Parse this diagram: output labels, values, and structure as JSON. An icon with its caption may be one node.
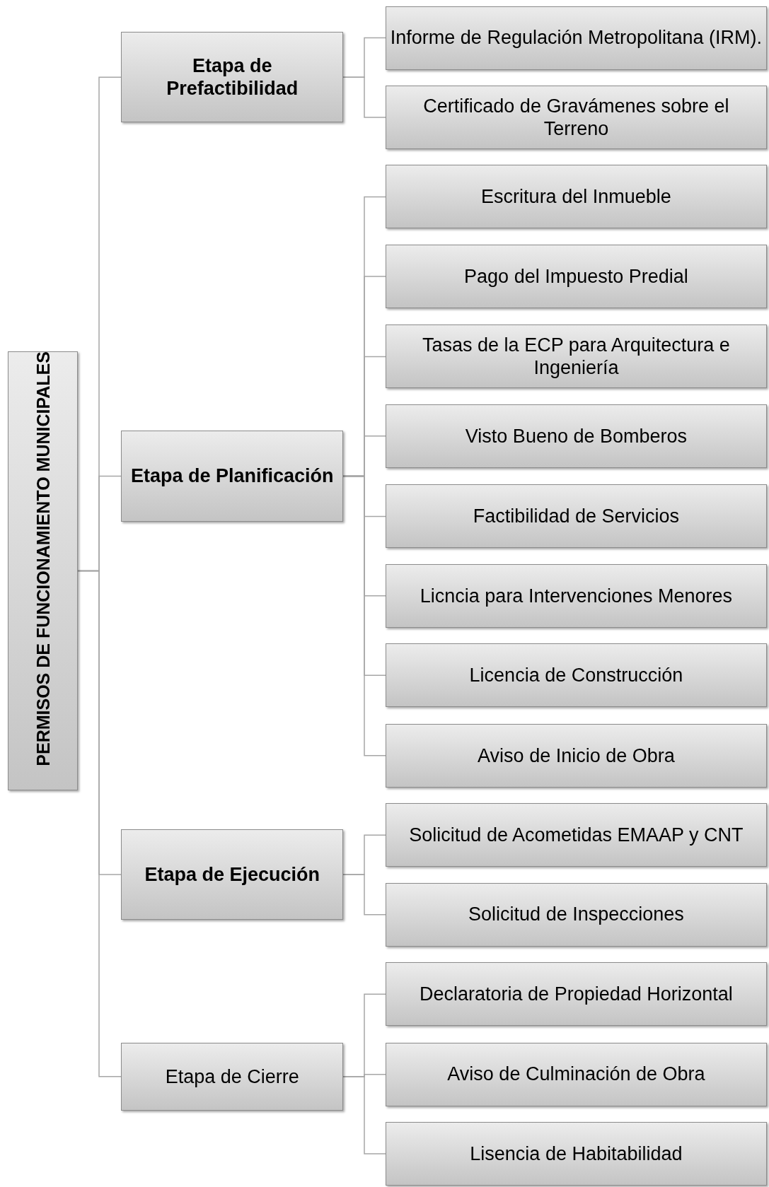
{
  "diagram": {
    "nodes": [
      {
        "text": [
          "PERMISOS DE FUNCIONAMIENTO MUNICIPALES"
        ]
      },
      {
        "text": [
          "Etapa de Prefactibilidad"
        ]
      },
      {
        "text": [
          "Informe de Regulación Metropolitana (IRM)."
        ]
      },
      {
        "text": [
          "Certificado de Gravámenes sobre el Terreno"
        ]
      },
      {
        "text": [
          "Etapa de Planificación"
        ]
      },
      {
        "text": [
          "Escritura del Inmueble"
        ]
      },
      {
        "text": [
          "Pago del Impuesto Predial"
        ]
      },
      {
        "text": [
          "Tasas de la ECP para Arquitectura e Ingeniería"
        ]
      },
      {
        "text": [
          "Visto Bueno de Bomberos"
        ]
      },
      {
        "text": [
          "Factibilidad de Servicios"
        ]
      },
      {
        "text": [
          "Licncia para Intervenciones Menores"
        ]
      },
      {
        "text": [
          "Licencia de Construcción"
        ]
      },
      {
        "text": [
          "Aviso de Inicio de Obra"
        ]
      },
      {
        "text": [
          "Etapa de Ejecución"
        ]
      },
      {
        "text": [
          "Solicitud de Acometidas EMAAP y CNT"
        ]
      },
      {
        "text": [
          "Solicitud de Inspecciones"
        ]
      },
      {
        "text": [
          "Etapa de Cierre"
        ]
      },
      {
        "text": [
          "Declaratoria de Propiedad Horizontal"
        ]
      },
      {
        "text": [
          "Aviso de Culminación de Obra"
        ]
      },
      {
        "text": [
          "Lisencia de Habitabilidad"
        ]
      }
    ],
    "edges": [
      {
        "from": 0,
        "to": 1,
        "arrow": "none"
      },
      {
        "from": 0,
        "to": 4,
        "arrow": "none"
      },
      {
        "from": 0,
        "to": 13,
        "arrow": "none"
      },
      {
        "from": 0,
        "to": 16,
        "arrow": "none"
      },
      {
        "from": 1,
        "to": 2,
        "arrow": "none"
      },
      {
        "from": 1,
        "to": 3,
        "arrow": "none"
      },
      {
        "from": 4,
        "to": 5,
        "arrow": "none"
      },
      {
        "from": 4,
        "to": 6,
        "arrow": "none"
      },
      {
        "from": 4,
        "to": 7,
        "arrow": "none"
      },
      {
        "from": 4,
        "to": 8,
        "arrow": "none"
      },
      {
        "from": 4,
        "to": 9,
        "arrow": "none"
      },
      {
        "from": 4,
        "to": 10,
        "arrow": "none"
      },
      {
        "from": 4,
        "to": 11,
        "arrow": "none"
      },
      {
        "from": 4,
        "to": 12,
        "arrow": "none"
      },
      {
        "from": 13,
        "to": 14,
        "arrow": "none"
      },
      {
        "from": 13,
        "to": 15,
        "arrow": "none"
      },
      {
        "from": 16,
        "to": 17,
        "arrow": "none"
      },
      {
        "from": 16,
        "to": 18,
        "arrow": "none"
      },
      {
        "from": 16,
        "to": 19,
        "arrow": "none"
      }
    ]
  }
}
